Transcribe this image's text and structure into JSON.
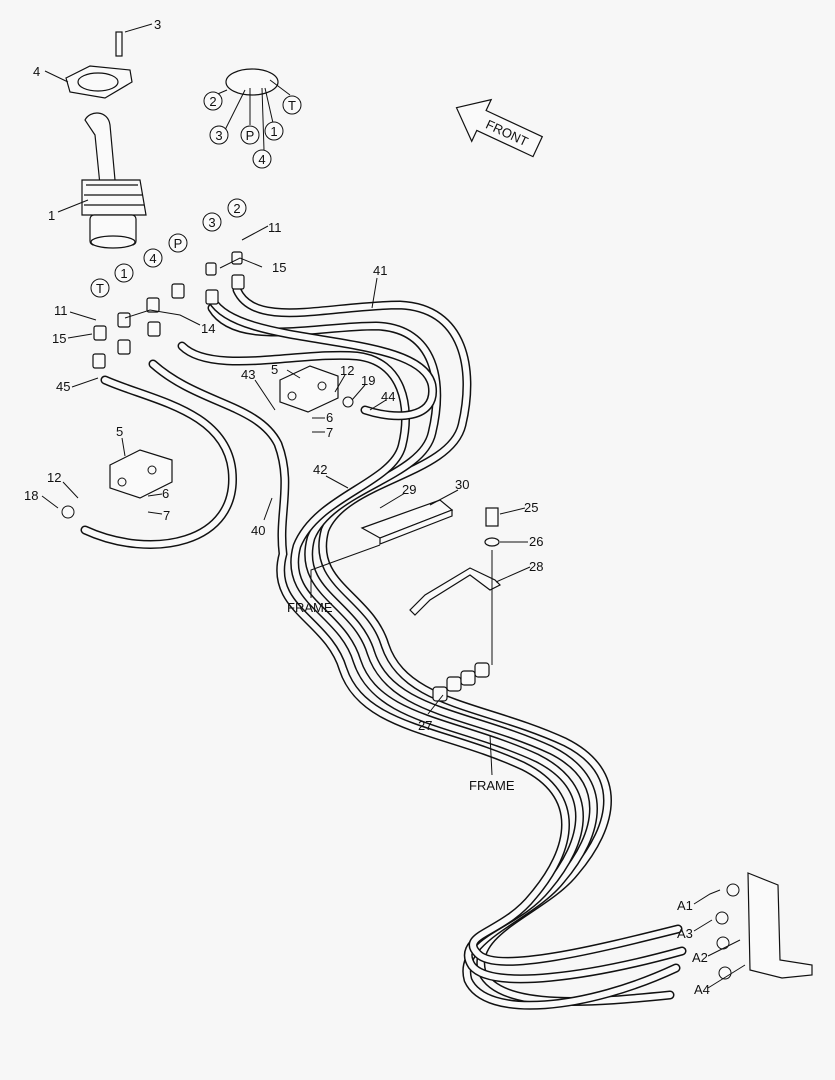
{
  "title": "Joystick hydraulic piping parts diagram",
  "front_arrow": "FRONT",
  "port_diagram": {
    "labels": [
      "2",
      "3",
      "P",
      "1",
      "T",
      "4"
    ]
  },
  "callouts": {
    "c3": "3",
    "c4": "4",
    "c1": "1",
    "port3": "3",
    "port2": "2",
    "c11a": "11",
    "c15a": "15",
    "portP": "P",
    "port4": "4",
    "port1": "1",
    "portT": "T",
    "c11b": "11",
    "c15b": "15",
    "c14": "14",
    "c45": "45",
    "c41": "41",
    "c43": "43",
    "c5a": "5",
    "c12a": "12",
    "c19": "19",
    "c44": "44",
    "c6a": "6",
    "c7a": "7",
    "c5b": "5",
    "c12b": "12",
    "c18": "18",
    "c6b": "6",
    "c7b": "7",
    "c40": "40",
    "c42": "42",
    "c29": "29",
    "c30": "30",
    "c25": "25",
    "c26": "26",
    "c28": "28",
    "frame1": "FRAME",
    "c27": "27",
    "frame2": "FRAME",
    "a1": "A1",
    "a3": "A3",
    "a2": "A2",
    "a4": "A4"
  }
}
